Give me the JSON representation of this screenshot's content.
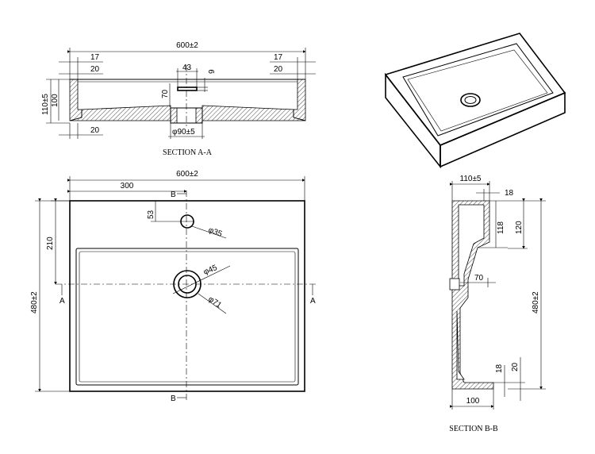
{
  "section_aa": {
    "title": "SECTION A-A",
    "dim_width": "600±2",
    "dim_left_17": "17",
    "dim_left_20": "20",
    "dim_right_17": "17",
    "dim_right_20": "20",
    "dim_slot_43": "43",
    "dim_slot_9": "9",
    "dim_depth_70": "70",
    "dim_height_110": "110±5",
    "dim_inner_100": "100",
    "dim_bottom_20": "20",
    "dim_drain_dia": "φ90±5"
  },
  "plan": {
    "dim_width": "600±2",
    "dim_half": "300",
    "dim_210": "210",
    "dim_53": "53",
    "dim_height": "480±2",
    "overflow_dia": "φ35",
    "drain_dia_45": "φ45",
    "drain_dia_71": "φ71",
    "label_a_left": "A",
    "label_a_right": "A",
    "label_b_top": "B",
    "label_b_bottom": "B"
  },
  "section_bb": {
    "title": "SECTION B-B",
    "dim_110": "110±5",
    "dim_18_top": "18",
    "dim_118": "118",
    "dim_120": "120",
    "dim_70": "70",
    "dim_480": "480±2",
    "dim_18_bottom": "18",
    "dim_20": "20",
    "dim_100": "100"
  }
}
